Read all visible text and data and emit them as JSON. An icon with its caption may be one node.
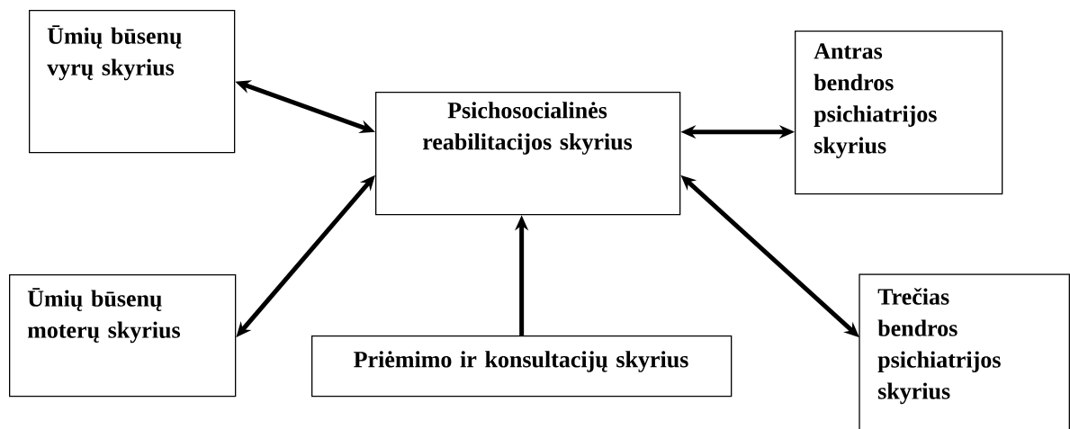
{
  "diagram": {
    "nodes": [
      {
        "text": [
          "Ūmių būsenų vyrų skyrius"
        ]
      },
      {
        "text": [
          "Psichosocialinės reabilitacijos skyrius"
        ]
      },
      {
        "text": [
          "Antras bendros psichiatrijos skyrius"
        ]
      },
      {
        "text": [
          "Ūmių būsenų moterų skyrius"
        ]
      },
      {
        "text": [
          "Priėmimo ir konsultacijų skyrius"
        ]
      },
      {
        "text": [
          "Trečias bendros psichiatrijos skyrius"
        ]
      }
    ],
    "edges": [
      {
        "from": 0,
        "to": 1,
        "arrow": "both"
      },
      {
        "from": 1,
        "to": 2,
        "arrow": "both"
      },
      {
        "from": 1,
        "to": 3,
        "arrow": "both"
      },
      {
        "from": 4,
        "to": 1,
        "arrow": "to"
      },
      {
        "from": 1,
        "to": 5,
        "arrow": "both"
      }
    ]
  }
}
